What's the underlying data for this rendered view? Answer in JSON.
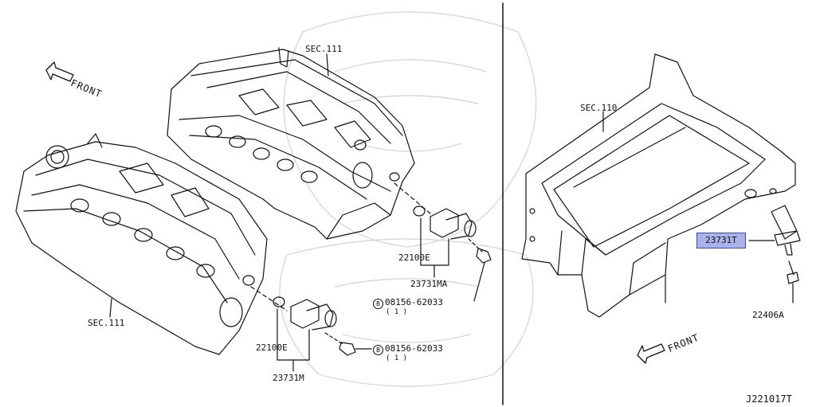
{
  "labels": {
    "sec111_top": "SEC.111",
    "sec111_left": "SEC.111",
    "sec110": "SEC.110",
    "part_22100e_upper": "22100E",
    "part_23731ma": "23731MA",
    "part_22100e_lower": "22100E",
    "part_23731m": "23731M",
    "bolt_upper": "08156-62033",
    "bolt_upper_qty": "( 1 )",
    "bolt_lower": "08156-62033",
    "bolt_lower_qty": "( 1 )",
    "bolt_marker": "B",
    "part_23731t": "23731T",
    "part_22406a": "22406A",
    "front_left": "FRONT",
    "front_right": "FRONT",
    "diagram_code": "J221017T"
  },
  "colors": {
    "line": "#111111",
    "highlight_fill": "#a9b3e8",
    "highlight_border": "#3d4ba8",
    "watermark": "#d8d8d8"
  },
  "icons": {
    "front_arrow": "front-arrow-icon",
    "bolt_circle": "circled-b-icon",
    "watermark": "samurai-helmet-watermark"
  }
}
